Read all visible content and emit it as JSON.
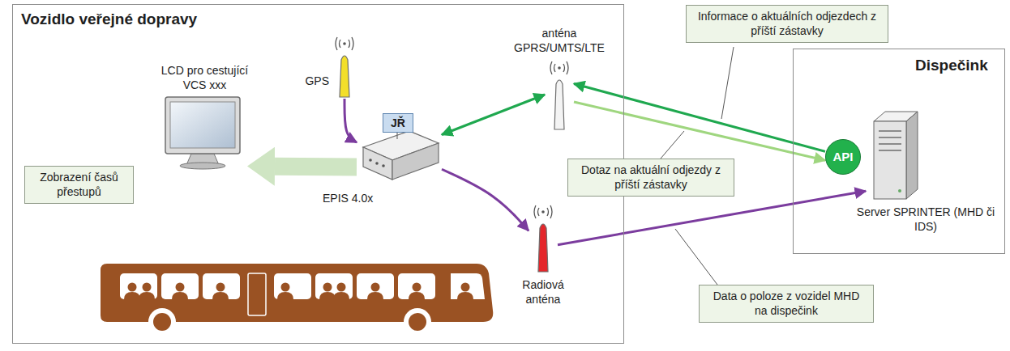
{
  "diagram": {
    "nodes": [
      {
        "text": [
          "Vozidlo veřejné dopravy"
        ]
      },
      {
        "text": [
          "LCD pro cestující VCS xxx"
        ],
        "in": 0
      },
      {
        "text": [
          "Zobrazení časů přestupů"
        ],
        "in": 0
      },
      {
        "text": [
          "GPS"
        ],
        "in": 0
      },
      {
        "text": [
          "JŘ",
          "EPIS 4.0x"
        ],
        "in": 0
      },
      {
        "text": [
          "anténa GPRS/UMTS/LTE"
        ],
        "in": 0
      },
      {
        "text": [
          "Radiová anténa"
        ],
        "in": 0
      },
      {
        "text": [
          "Dispečink"
        ]
      },
      {
        "text": [
          "API"
        ],
        "in": 7
      },
      {
        "text": [
          "Server SPRINTER (MHD či IDS)"
        ],
        "in": 7
      },
      {
        "text": [
          "Informace o aktuálních odjezdech z příští zástavky"
        ]
      },
      {
        "text": [
          "Dotaz na aktuální odjezdy z příští zástavky"
        ]
      },
      {
        "text": [
          "Data o poloze z vozidel MHD na dispečink"
        ]
      }
    ],
    "edges": [
      {
        "from": 3,
        "to": 4,
        "arrow": "to"
      },
      {
        "from": 4,
        "to": 1,
        "arrow": "to"
      },
      {
        "from": 4,
        "to": 5,
        "arrow": "both"
      },
      {
        "from": 4,
        "to": 6,
        "arrow": "to"
      },
      {
        "from": 5,
        "to": 8,
        "arrow": "to"
      },
      {
        "from": 8,
        "to": 5,
        "arrow": "to"
      },
      {
        "from": 6,
        "to": 9,
        "arrow": "to"
      }
    ]
  }
}
